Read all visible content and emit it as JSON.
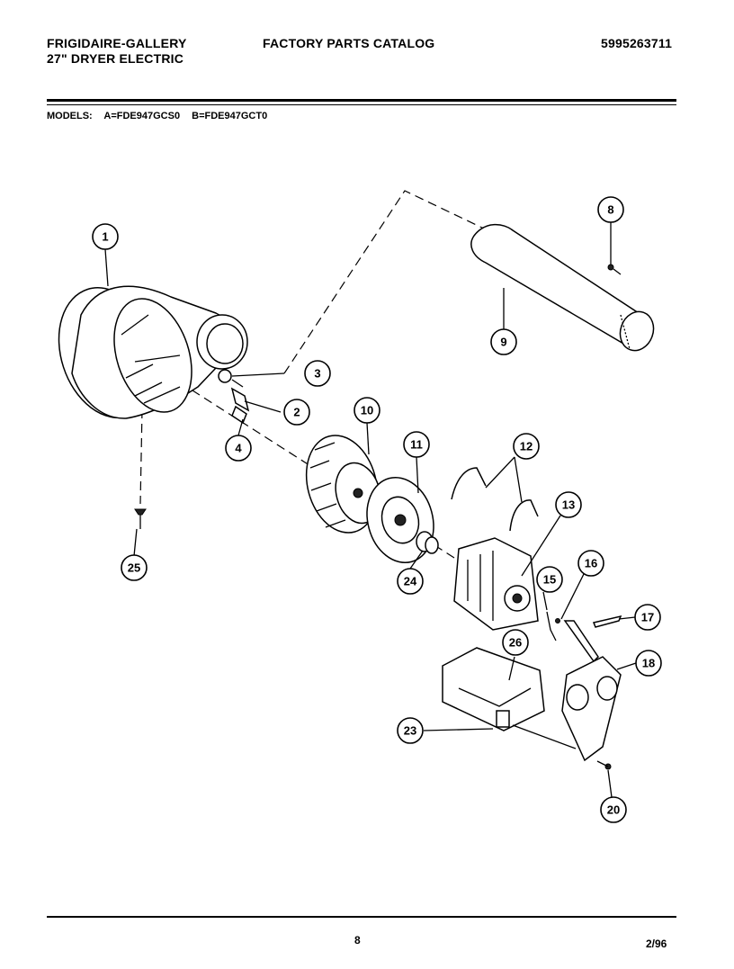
{
  "header": {
    "brand": "FRIGIDAIRE-GALLERY",
    "model_line": "27\" DRYER ELECTRIC",
    "catalog_title": "FACTORY PARTS CATALOG",
    "part_number": "5995263711"
  },
  "models": {
    "label": "MODELS:",
    "a": "A=FDE947GCS0",
    "b": "B=FDE947GCT0"
  },
  "callouts": [
    "1",
    "2",
    "3",
    "4",
    "8",
    "9",
    "10",
    "11",
    "12",
    "13",
    "15",
    "16",
    "17",
    "18",
    "20",
    "23",
    "24",
    "25",
    "26"
  ],
  "footer": {
    "page": "8",
    "date": "2/96"
  }
}
